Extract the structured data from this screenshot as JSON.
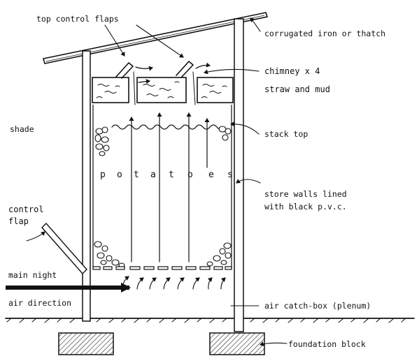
{
  "diagram": {
    "labels": {
      "top_flaps": "top control flaps",
      "roof": "corrugated iron or thatch",
      "chimney": "chimney  x 4",
      "straw": "straw and mud",
      "shade": "shade",
      "stack_top": "stack top",
      "potatoes": [
        "p",
        "o",
        "t",
        "a",
        "t",
        "o",
        "e",
        "s"
      ],
      "walls_line1": "store walls lined",
      "walls_line2": "with black p.v.c.",
      "control_flap_line1": "control",
      "control_flap_line2": "flap",
      "main_night": "main night",
      "air_direction": "air direction",
      "air_catch_box": "air catch-box (plenum)",
      "foundation": "foundation block"
    }
  }
}
